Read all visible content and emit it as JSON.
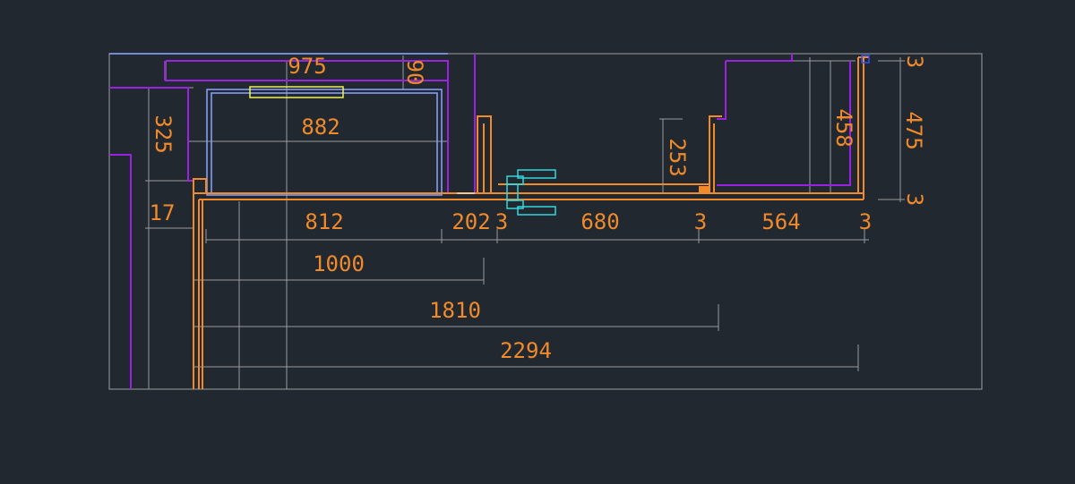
{
  "colors": {
    "background": "#212830",
    "frame": "#8c8c8c",
    "wall": "#f08a2a",
    "partition": "#9a22e0",
    "cabinet": "#8aa4ff",
    "fixture": "#f0f05a",
    "door": "#36d6dc",
    "dimension_line": "#9a9a9a",
    "dimension_text": "#f08a2a"
  },
  "dimensions": {
    "d975": "975",
    "d90": "90",
    "d882": "882",
    "d325": "325",
    "d17": "17",
    "d812": "812",
    "d202": "202",
    "d3a": "3",
    "d680": "680",
    "d3b": "3",
    "d564": "564",
    "d3c": "3",
    "d253": "253",
    "d458": "458",
    "d475": "475",
    "d3top": "3",
    "d3bot": "3",
    "d1000": "1000",
    "d1810": "1810",
    "d2294": "2294"
  }
}
